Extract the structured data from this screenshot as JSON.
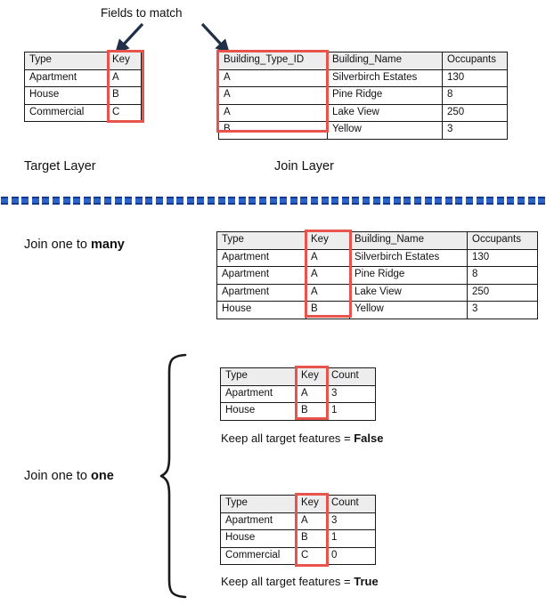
{
  "annotations": {
    "fields_to_match": "Fields to match",
    "target_layer": "Target Layer",
    "join_layer": "Join Layer",
    "join_one_to_many_pre": "Join one to ",
    "join_one_to_many_bold": "many",
    "join_one_to_one_pre": "Join one to ",
    "join_one_to_one_bold": "one",
    "keep_all_pre": "Keep all target features = ",
    "keep_all_false": "False",
    "keep_all_true": "True"
  },
  "colors": {
    "highlight_red": "#e8534c",
    "header_gray": "#ededed",
    "divider_blue": "#2e63c8",
    "divider_blue_dark": "#123a90",
    "arrow_navy": "#1f3048",
    "border_black": "#1a1a1a"
  },
  "target_table": {
    "headers": [
      "Type",
      "Key"
    ],
    "rows": [
      [
        "Apartment",
        "A"
      ],
      [
        "House",
        "B"
      ],
      [
        "Commercial",
        "C"
      ]
    ],
    "highlight_column": "Key"
  },
  "join_table": {
    "headers": [
      "Building_Type_ID",
      "Building_Name",
      "Occupants"
    ],
    "rows": [
      [
        "A",
        "Silverbirch Estates",
        "130"
      ],
      [
        "A",
        "Pine Ridge",
        "8"
      ],
      [
        "A",
        "Lake View",
        "250"
      ],
      [
        "B",
        "Yellow",
        "3"
      ]
    ],
    "highlight_column": "Building_Type_ID"
  },
  "one_to_many_table": {
    "headers": [
      "Type",
      "Key",
      "Building_Name",
      "Occupants"
    ],
    "rows": [
      [
        "Apartment",
        "A",
        "Silverbirch Estates",
        "130"
      ],
      [
        "Apartment",
        "A",
        "Pine Ridge",
        "8"
      ],
      [
        "Apartment",
        "A",
        "Lake View",
        "250"
      ],
      [
        "House",
        "B",
        "Yellow",
        "3"
      ]
    ],
    "highlight_column": "Key"
  },
  "one_to_one_false_table": {
    "headers": [
      "Type",
      "Key",
      "Count"
    ],
    "rows": [
      [
        "Apartment",
        "A",
        "3"
      ],
      [
        "House",
        "B",
        "1"
      ]
    ],
    "highlight_column": "Key"
  },
  "one_to_one_true_table": {
    "headers": [
      "Type",
      "Key",
      "Count"
    ],
    "rows": [
      [
        "Apartment",
        "A",
        "3"
      ],
      [
        "House",
        "B",
        "1"
      ],
      [
        "Commercial",
        "C",
        "0"
      ]
    ],
    "highlight_column": "Key"
  }
}
